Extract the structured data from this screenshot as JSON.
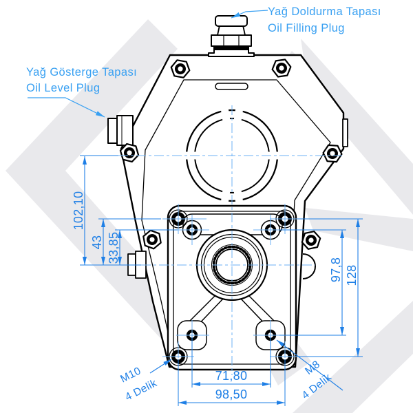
{
  "drawing": {
    "callouts": {
      "oil_filling_plug": {
        "line1": "Yağ Doldurma Tapası",
        "line2": "Oil Filling Plug"
      },
      "oil_level_plug": {
        "line1": "Yağ Gösterge Tapası",
        "line2": "Oil Level Plug"
      }
    },
    "dimensions": {
      "bore_to_hub_center": "102,10",
      "m10_top_to_center": "43",
      "m8_top_to_center": "33,85",
      "m8_vertical_spacing": "97,8",
      "m10_vertical_spacing": "128",
      "m8_horizontal_spacing": "71,80",
      "m10_horizontal_spacing": "98,50"
    },
    "hole_callouts": {
      "m10": {
        "line1": "M10",
        "line2": "4 Delik"
      },
      "m8": {
        "line1": "M8",
        "line2": "4 Delik"
      }
    }
  },
  "colors": {
    "dimension": "#1e7fe6",
    "label": "#38a0f2",
    "centerline": "#6db2f4",
    "line": "#000000",
    "watermark": "#e9e9ec",
    "background": "#ffffff"
  }
}
